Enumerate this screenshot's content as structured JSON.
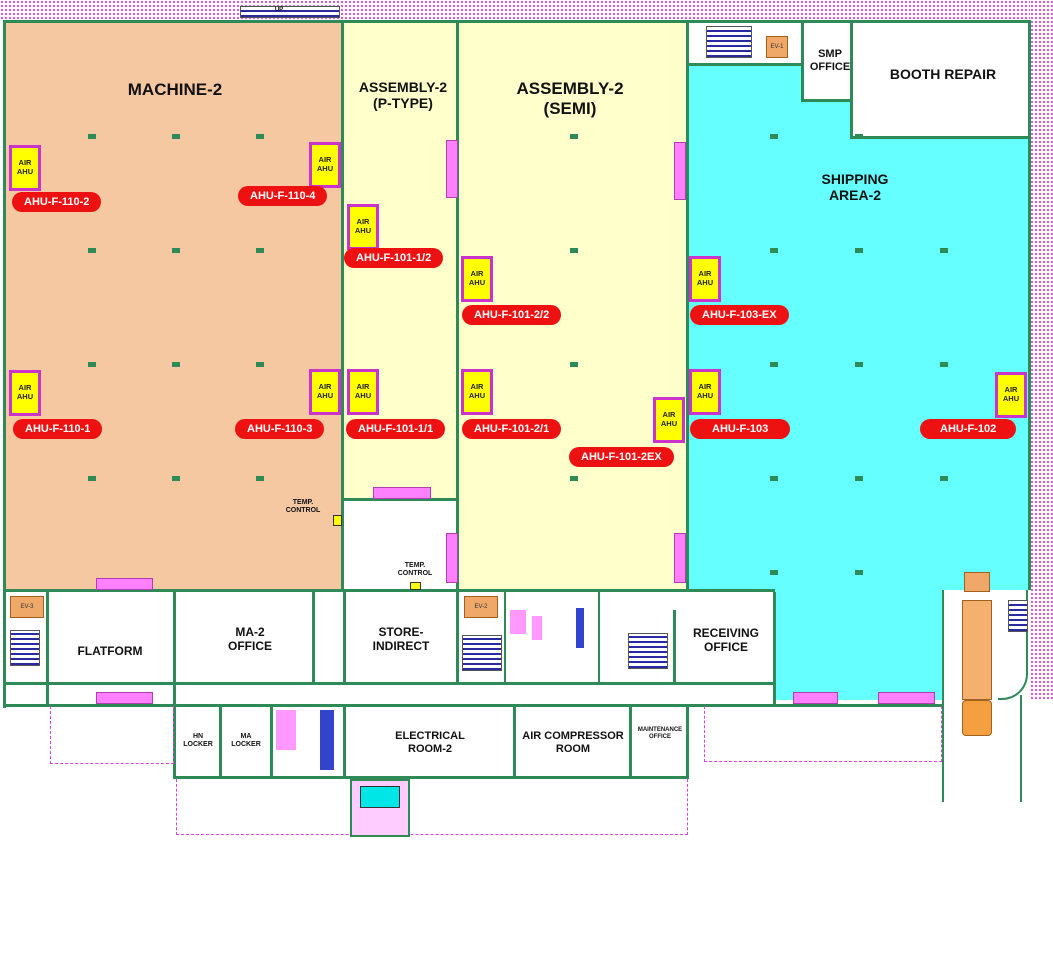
{
  "rooms": {
    "machine2": "MACHINE-2",
    "assembly_ptype": "ASSEMBLY-2\n(P-TYPE)",
    "assembly_semi": "ASSEMBLY-2\n(SEMI)",
    "smp_office": "SMP\nOFFICE",
    "booth_repair": "BOOTH REPAIR",
    "shipping": "SHIPPING\nAREA-2",
    "flatform": "FLATFORM",
    "ma2_office": "MA-2\nOFFICE",
    "store_indirect": "STORE-\nINDIRECT",
    "receiving_office": "RECEIVING\nOFFICE",
    "hn_locker": "HN\nLOCKER",
    "ma_locker": "MA\nLOCKER",
    "electrical_room": "ELECTRICAL\nROOM-2",
    "air_compressor": "AIR COMPRESSOR\nROOM",
    "maintenance_office": "MAINTENANCE\nOFFICE"
  },
  "temp_control": "TEMP.\nCONTROL",
  "ahu_box_label": "AIR\nAHU",
  "tags": {
    "t1": "AHU-F-110-2",
    "t2": "AHU-F-110-4",
    "t3": "AHU-F-101-1/2",
    "t4": "AHU-F-101-2/2",
    "t5": "AHU-F-103-EX",
    "t6": "AHU-F-110-1",
    "t7": "AHU-F-110-3",
    "t8": "AHU-F-101-1/1",
    "t9": "AHU-F-101-2/1",
    "t10": "AHU-F-101-2EX",
    "t11": "AHU-F-103",
    "t12": "AHU-F-102"
  },
  "elevator_labels": {
    "ev1": "EV-1",
    "ev2": "EV-2",
    "ev3": "EV-3"
  },
  "stair_label": "UP",
  "colors": {
    "machine": "#f5c8a2",
    "assembly": "#ffffcc",
    "shipping": "#66ffff",
    "wall": "#2e8b57",
    "ahu_fill": "#ffff00",
    "ahu_border": "#cc33cc",
    "tag": "#ee1111",
    "door": "#ff80ff"
  }
}
